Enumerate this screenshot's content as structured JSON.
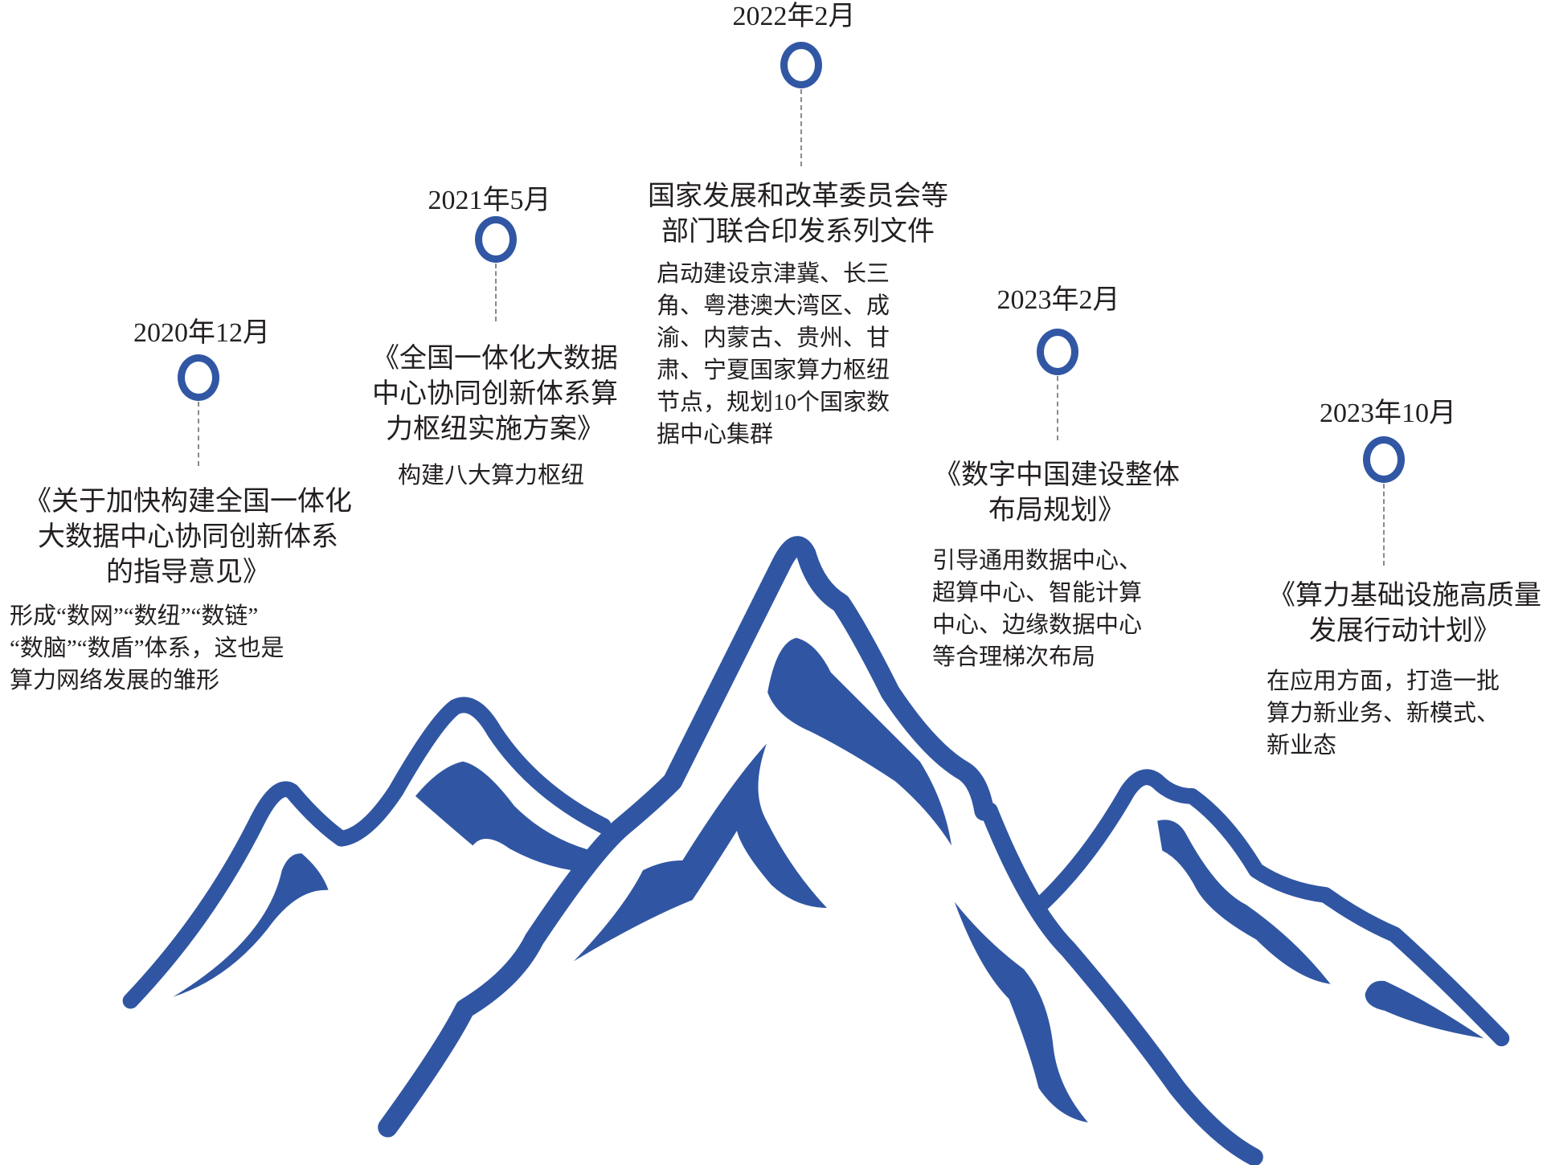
{
  "accent_color": "#3157a4",
  "milestones": [
    {
      "date": "2020年12月",
      "title": [
        "《关于加快构建全国一体化",
        "大数据中心协同创新体系",
        "的指导意见》"
      ],
      "desc": [
        "形成“数网”“数纽”“数链”",
        "“数脑”“数盾”体系，这也是",
        "算力网络发展的雏形"
      ]
    },
    {
      "date": "2021年5月",
      "title": [
        "《全国一体化大数据",
        "中心协同创新体系算",
        "力枢纽实施方案》"
      ],
      "desc": [
        "构建八大算力枢纽"
      ]
    },
    {
      "date": "2022年2月",
      "title": [
        "国家发展和改革委员会等",
        "部门联合印发系列文件"
      ],
      "desc": [
        "启动建设京津冀、长三",
        "角、粤港澳大湾区、成",
        "渝、内蒙古、贵州、甘",
        "肃、宁夏国家算力枢纽",
        "节点，规划10个国家数",
        "据中心集群"
      ]
    },
    {
      "date": "2023年2月",
      "title": [
        "《数字中国建设整体",
        "布局规划》"
      ],
      "desc": [
        "引导通用数据中心、",
        "超算中心、智能计算",
        "中心、边缘数据中心",
        "等合理梯次布局"
      ]
    },
    {
      "date": "2023年10月",
      "title": [
        "《算力基础设施高质量",
        "发展行动计划》"
      ],
      "desc": [
        "在应用方面，打造一批",
        "算力新业务、新模式、",
        "新业态"
      ]
    }
  ]
}
